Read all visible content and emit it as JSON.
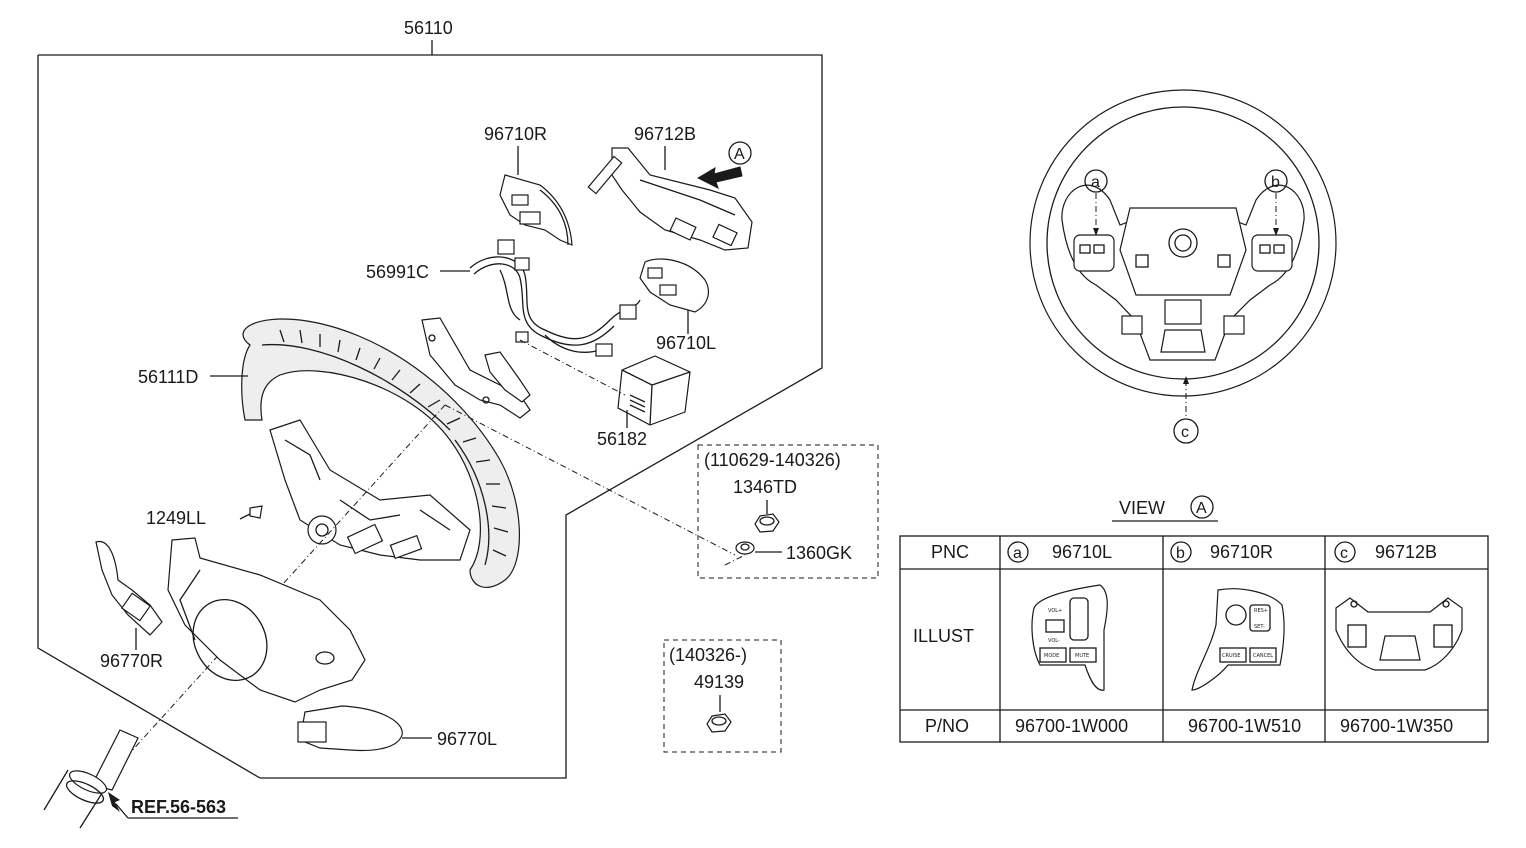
{
  "callouts": {
    "c56110": "56110",
    "c96710R": "96710R",
    "c96712B": "96712B",
    "c56991C": "56991C",
    "c96710L": "96710L",
    "c56111D": "56111D",
    "c56182": "56182",
    "c1249LL": "1249LL",
    "c96770R": "96770R",
    "c96770L": "96770L",
    "c1346TD": "1346TD",
    "c1360GK": "1360GK",
    "c49139": "49139",
    "ref": "REF.56-563",
    "view_marker": "A"
  },
  "date_boxes": {
    "box1": "(110629-140326)",
    "box2": "(140326-)"
  },
  "wheel_view": {
    "markers": [
      "a",
      "b",
      "c"
    ]
  },
  "view_table": {
    "title": "VIEW",
    "title_marker": "A",
    "row_labels": [
      "PNC",
      "ILLUST",
      "P/NO"
    ],
    "columns": [
      {
        "marker": "a",
        "pnc": "96710L",
        "pno": "96700-1W000"
      },
      {
        "marker": "b",
        "pnc": "96710R",
        "pno": "96700-1W510"
      },
      {
        "marker": "c",
        "pnc": "96712B",
        "pno": "96700-1W350"
      }
    ]
  },
  "switch_text": {
    "left_vol_up": "VOL+",
    "left_vol_dn": "VOL-",
    "left_mode": "MODE",
    "left_mute": "MUTE",
    "right_res": "RES+",
    "right_set": "SET-",
    "right_cruise": "CRUISE",
    "right_cancel": "CANCEL"
  }
}
